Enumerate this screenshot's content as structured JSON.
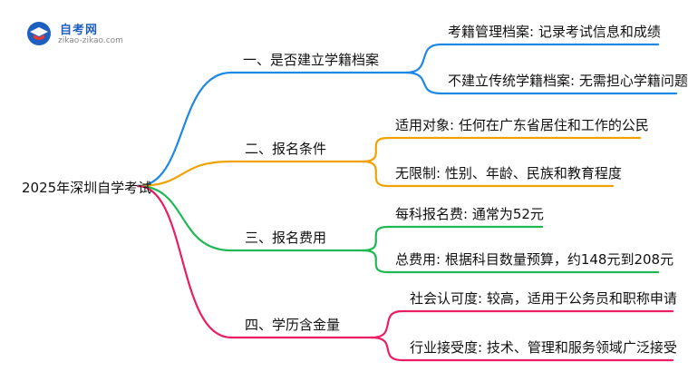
{
  "logo": {
    "name": "自考网",
    "url": "zikao-zikao.com"
  },
  "root": "2025年深圳自学考试",
  "branches": [
    {
      "label": "一、是否建立学籍档案",
      "color": "#1e88e5",
      "leaves": [
        "考籍管理档案: 记录考试信息和成绩",
        "不建立传统学籍档案: 无需担心学籍问题"
      ]
    },
    {
      "label": "二、报名条件",
      "color": "#f0a202",
      "leaves": [
        "适用对象: 任何在广东省居住和工作的公民",
        "无限制: 性别、年龄、民族和教育程度"
      ]
    },
    {
      "label": "三、报名费用",
      "color": "#1db954",
      "leaves": [
        "每科报名费: 通常为52元",
        "总费用: 根据科目数量预算，约148元到208元"
      ]
    },
    {
      "label": "四、学历含金量",
      "color": "#e91e63",
      "leaves": [
        "社会认可度: 较高，适用于公务员和职称申请",
        "行业接受度: 技术、管理和服务领域广泛接受"
      ]
    }
  ]
}
